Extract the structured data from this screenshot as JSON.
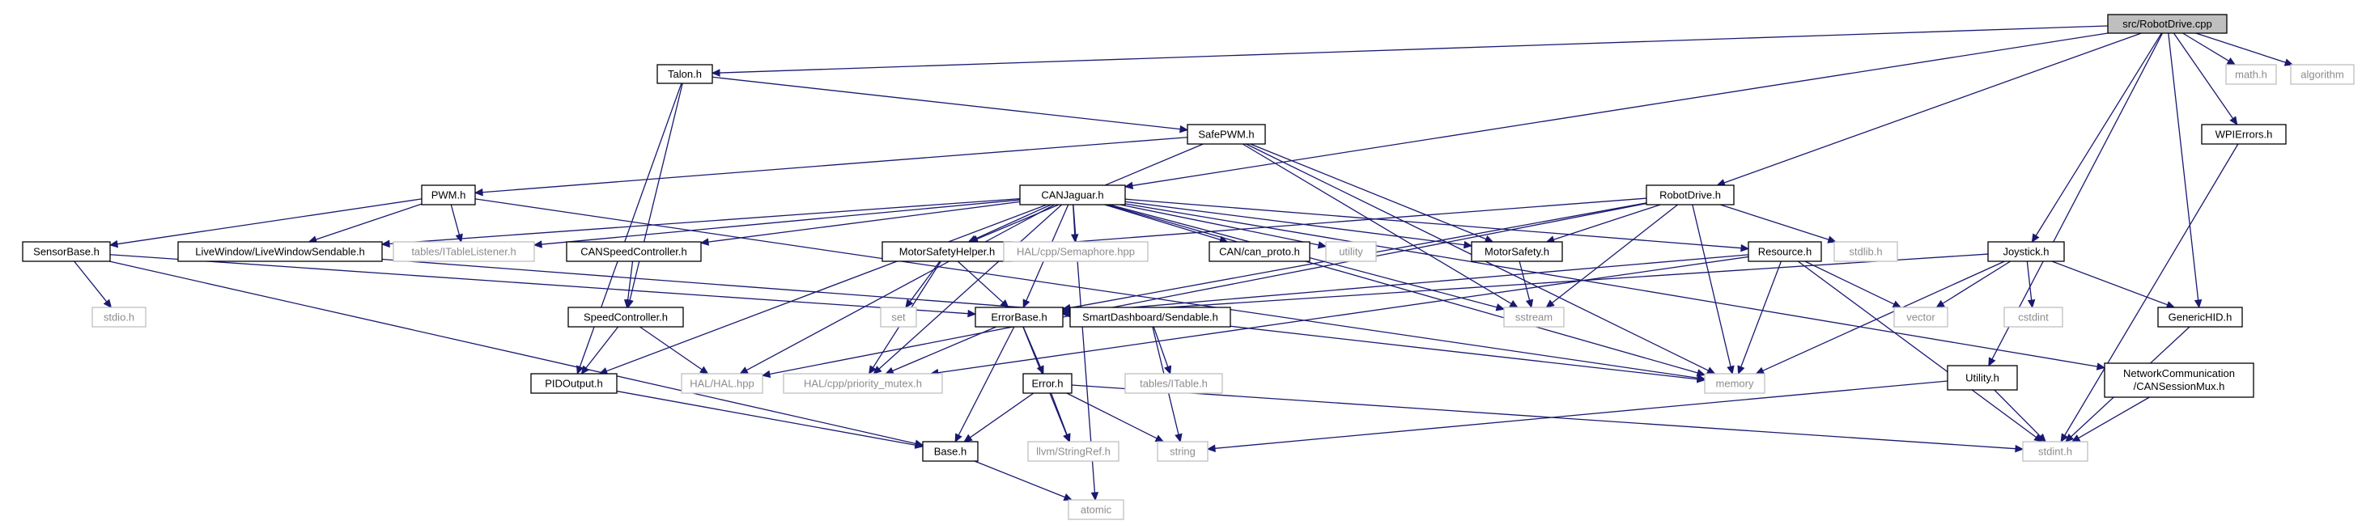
{
  "graph": {
    "colors": {
      "edge": "#191970",
      "root_fill": "#bfbfbf",
      "box_border": "#000000",
      "external_border": "#bfbfbf",
      "external_text": "#8c8c8c"
    },
    "nodes": [
      {
        "id": "root",
        "label": "src/RobotDrive.cpp",
        "kind": "root"
      },
      {
        "id": "math",
        "label": "math.h",
        "kind": "external"
      },
      {
        "id": "algorithm",
        "label": "algorithm",
        "kind": "external"
      },
      {
        "id": "talon",
        "label": "Talon.h",
        "kind": "file"
      },
      {
        "id": "wpierrors",
        "label": "WPIErrors.h",
        "kind": "file"
      },
      {
        "id": "safepwm",
        "label": "SafePWM.h",
        "kind": "file"
      },
      {
        "id": "pwm",
        "label": "PWM.h",
        "kind": "file"
      },
      {
        "id": "canjaguar",
        "label": "CANJaguar.h",
        "kind": "file"
      },
      {
        "id": "robotdrive",
        "label": "RobotDrive.h",
        "kind": "file"
      },
      {
        "id": "sensorbase",
        "label": "SensorBase.h",
        "kind": "file"
      },
      {
        "id": "lwsendable",
        "label": "LiveWindow/LiveWindowSendable.h",
        "kind": "file"
      },
      {
        "id": "itablelistener",
        "label": "tables/ITableListener.h",
        "kind": "external"
      },
      {
        "id": "canspeedctrl",
        "label": "CANSpeedController.h",
        "kind": "file"
      },
      {
        "id": "motorsafetyhelper",
        "label": "MotorSafetyHelper.h",
        "kind": "file"
      },
      {
        "id": "halsemaphore",
        "label": "HAL/cpp/Semaphore.hpp",
        "kind": "external"
      },
      {
        "id": "canproto",
        "label": "CAN/can_proto.h",
        "kind": "file"
      },
      {
        "id": "utility",
        "label": "utility",
        "kind": "external"
      },
      {
        "id": "motorsafety",
        "label": "MotorSafety.h",
        "kind": "file"
      },
      {
        "id": "resource",
        "label": "Resource.h",
        "kind": "file"
      },
      {
        "id": "stdlib",
        "label": "stdlib.h",
        "kind": "external"
      },
      {
        "id": "joystick",
        "label": "Joystick.h",
        "kind": "file"
      },
      {
        "id": "stdio",
        "label": "stdio.h",
        "kind": "external"
      },
      {
        "id": "speedctrl",
        "label": "SpeedController.h",
        "kind": "file"
      },
      {
        "id": "set",
        "label": "set",
        "kind": "external"
      },
      {
        "id": "errorbase",
        "label": "ErrorBase.h",
        "kind": "file"
      },
      {
        "id": "sendable",
        "label": "SmartDashboard/Sendable.h",
        "kind": "file"
      },
      {
        "id": "sstream",
        "label": "sstream",
        "kind": "external"
      },
      {
        "id": "vector",
        "label": "vector",
        "kind": "external"
      },
      {
        "id": "cstdint",
        "label": "cstdint",
        "kind": "external"
      },
      {
        "id": "generichid",
        "label": "GenericHID.h",
        "kind": "file"
      },
      {
        "id": "pidoutput",
        "label": "PIDOutput.h",
        "kind": "file"
      },
      {
        "id": "halhal",
        "label": "HAL/HAL.hpp",
        "kind": "external"
      },
      {
        "id": "priomutex",
        "label": "HAL/cpp/priority_mutex.h",
        "kind": "external"
      },
      {
        "id": "itable",
        "label": "tables/ITable.h",
        "kind": "external"
      },
      {
        "id": "error",
        "label": "Error.h",
        "kind": "file"
      },
      {
        "id": "memory",
        "label": "memory",
        "kind": "external"
      },
      {
        "id": "utilityh",
        "label": "Utility.h",
        "kind": "file"
      },
      {
        "id": "cansessionmux",
        "label": "NetworkCommunication\n/CANSessionMux.h",
        "kind": "file"
      },
      {
        "id": "base",
        "label": "Base.h",
        "kind": "file"
      },
      {
        "id": "stringref",
        "label": "llvm/StringRef.h",
        "kind": "external"
      },
      {
        "id": "string",
        "label": "string",
        "kind": "external"
      },
      {
        "id": "stdint",
        "label": "stdint.h",
        "kind": "external"
      },
      {
        "id": "atomic",
        "label": "atomic",
        "kind": "external"
      }
    ],
    "edges": [
      [
        "root",
        "talon"
      ],
      [
        "root",
        "canjaguar"
      ],
      [
        "root",
        "robotdrive"
      ],
      [
        "root",
        "math"
      ],
      [
        "root",
        "algorithm"
      ],
      [
        "root",
        "wpierrors"
      ],
      [
        "root",
        "joystick"
      ],
      [
        "root",
        "generichid"
      ],
      [
        "root",
        "utilityh"
      ],
      [
        "talon",
        "safepwm"
      ],
      [
        "talon",
        "speedctrl"
      ],
      [
        "talon",
        "pidoutput"
      ],
      [
        "safepwm",
        "pwm"
      ],
      [
        "safepwm",
        "motorsafety"
      ],
      [
        "safepwm",
        "motorsafetyhelper"
      ],
      [
        "safepwm",
        "sstream"
      ],
      [
        "safepwm",
        "memory"
      ],
      [
        "pwm",
        "sensorbase"
      ],
      [
        "pwm",
        "lwsendable"
      ],
      [
        "pwm",
        "itablelistener"
      ],
      [
        "pwm",
        "memory"
      ],
      [
        "canjaguar",
        "lwsendable"
      ],
      [
        "canjaguar",
        "itablelistener"
      ],
      [
        "canjaguar",
        "canspeedctrl"
      ],
      [
        "canjaguar",
        "motorsafetyhelper"
      ],
      [
        "canjaguar",
        "halsemaphore"
      ],
      [
        "canjaguar",
        "canproto"
      ],
      [
        "canjaguar",
        "utility"
      ],
      [
        "canjaguar",
        "motorsafety"
      ],
      [
        "canjaguar",
        "resource"
      ],
      [
        "canjaguar",
        "cansessionmux"
      ],
      [
        "canjaguar",
        "errorbase"
      ],
      [
        "canjaguar",
        "halhal"
      ],
      [
        "canjaguar",
        "priomutex"
      ],
      [
        "canjaguar",
        "pidoutput"
      ],
      [
        "canjaguar",
        "atomic"
      ],
      [
        "canjaguar",
        "sstream"
      ],
      [
        "canjaguar",
        "memory"
      ],
      [
        "robotdrive",
        "motorsafety"
      ],
      [
        "robotdrive",
        "motorsafetyhelper"
      ],
      [
        "robotdrive",
        "errorbase"
      ],
      [
        "robotdrive",
        "stdlib"
      ],
      [
        "robotdrive",
        "sstream"
      ],
      [
        "robotdrive",
        "memory"
      ],
      [
        "robotdrive",
        "halhal"
      ],
      [
        "sensorbase",
        "stdio"
      ],
      [
        "sensorbase",
        "errorbase"
      ],
      [
        "sensorbase",
        "base"
      ],
      [
        "lwsendable",
        "sendable"
      ],
      [
        "canspeedctrl",
        "speedctrl"
      ],
      [
        "speedctrl",
        "pidoutput"
      ],
      [
        "speedctrl",
        "halhal"
      ],
      [
        "motorsafetyhelper",
        "set"
      ],
      [
        "motorsafetyhelper",
        "errorbase"
      ],
      [
        "motorsafetyhelper",
        "priomutex"
      ],
      [
        "motorsafety",
        "sstream"
      ],
      [
        "resource",
        "errorbase"
      ],
      [
        "resource",
        "vector"
      ],
      [
        "resource",
        "memory"
      ],
      [
        "resource",
        "stdint"
      ],
      [
        "resource",
        "priomutex"
      ],
      [
        "joystick",
        "vector"
      ],
      [
        "joystick",
        "cstdint"
      ],
      [
        "joystick",
        "generichid"
      ],
      [
        "joystick",
        "errorbase"
      ],
      [
        "joystick",
        "memory"
      ],
      [
        "errorbase",
        "base"
      ],
      [
        "errorbase",
        "error"
      ],
      [
        "errorbase",
        "stringref"
      ],
      [
        "errorbase",
        "priomutex"
      ],
      [
        "sendable",
        "itable"
      ],
      [
        "sendable",
        "string"
      ],
      [
        "sendable",
        "memory"
      ],
      [
        "error",
        "base"
      ],
      [
        "error",
        "stringref"
      ],
      [
        "error",
        "string"
      ],
      [
        "error",
        "stdint"
      ],
      [
        "pidoutput",
        "base"
      ],
      [
        "base",
        "atomic"
      ],
      [
        "generichid",
        "stdint"
      ],
      [
        "wpierrors",
        "stdint"
      ],
      [
        "utilityh",
        "string"
      ],
      [
        "utilityh",
        "stdint"
      ],
      [
        "cansessionmux",
        "stdint"
      ]
    ]
  }
}
